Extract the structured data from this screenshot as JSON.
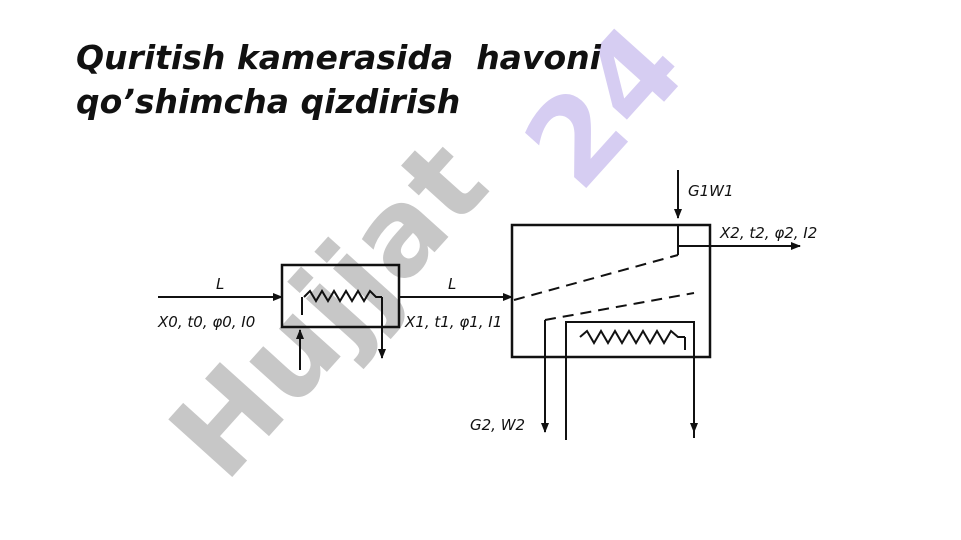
{
  "title": {
    "line1": "Quritish kamerasida  havoni",
    "line2": "qo’shimcha qizdirish"
  },
  "watermark": {
    "text_a": "Hujjat",
    "text_b": "24",
    "color_a": "#c7c7c7",
    "color_b": "#d6cdf2"
  },
  "diagram": {
    "label_L_in": "L",
    "label_L_mid": "L",
    "label_state0": "X0, t0, φ0, I0",
    "label_state1": "X1, t1, φ1, I1",
    "label_state2": "X2, t2, φ2, I2",
    "label_G1W1": "G1W1",
    "label_G2W2": "G2, W2"
  }
}
